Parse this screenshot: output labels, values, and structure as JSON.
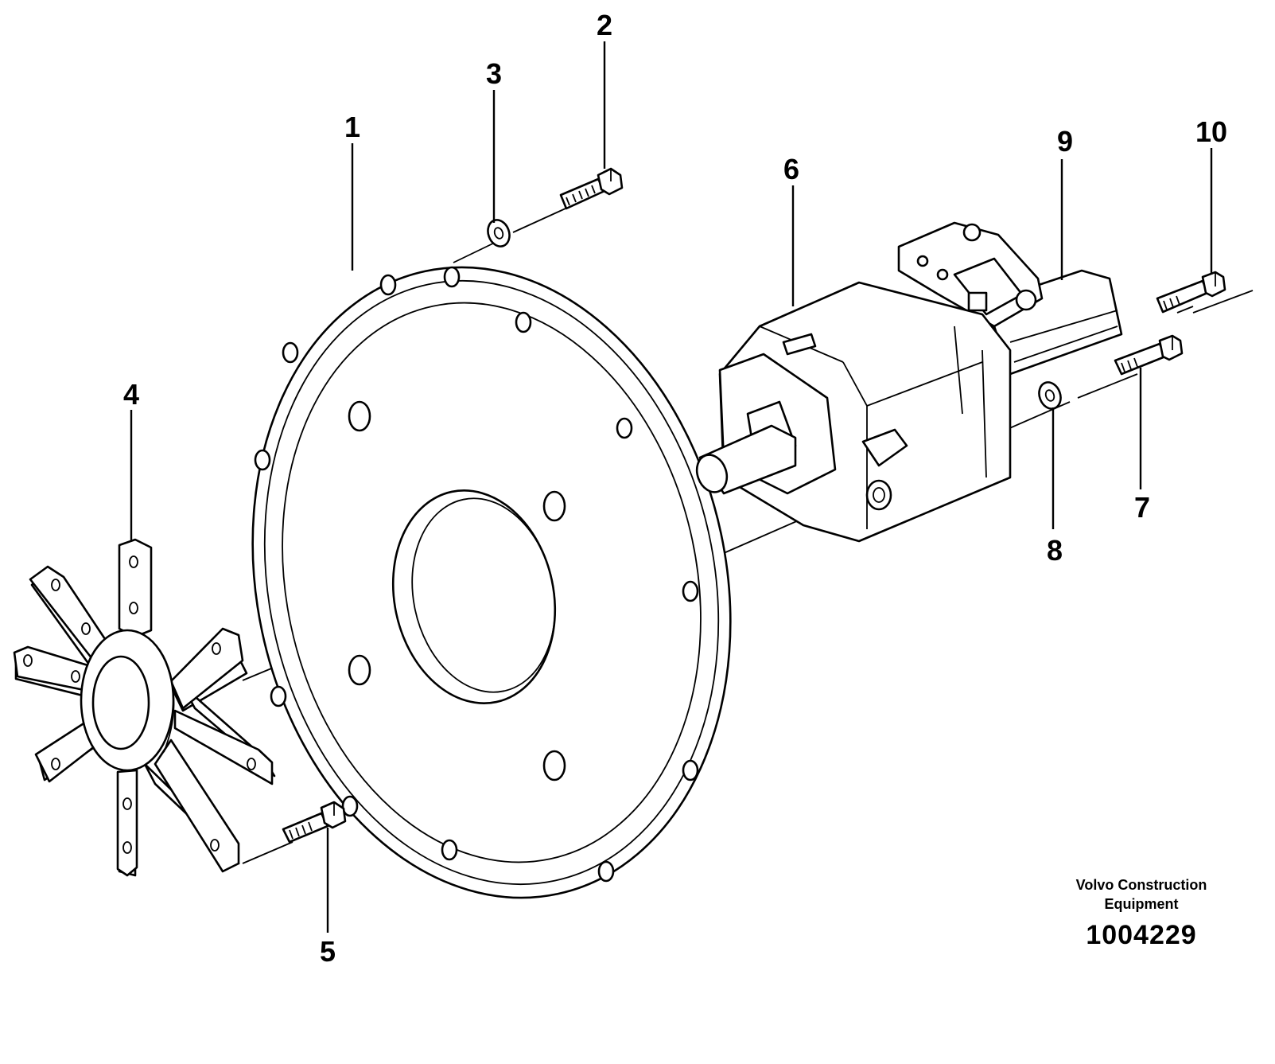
{
  "callouts": {
    "c1": "1",
    "c2": "2",
    "c3": "3",
    "c4": "4",
    "c5": "5",
    "c6": "6",
    "c7": "7",
    "c8": "8",
    "c9": "9",
    "c10": "10"
  },
  "credit": {
    "company": "Volvo Construction Equipment",
    "reference": "1004229"
  }
}
